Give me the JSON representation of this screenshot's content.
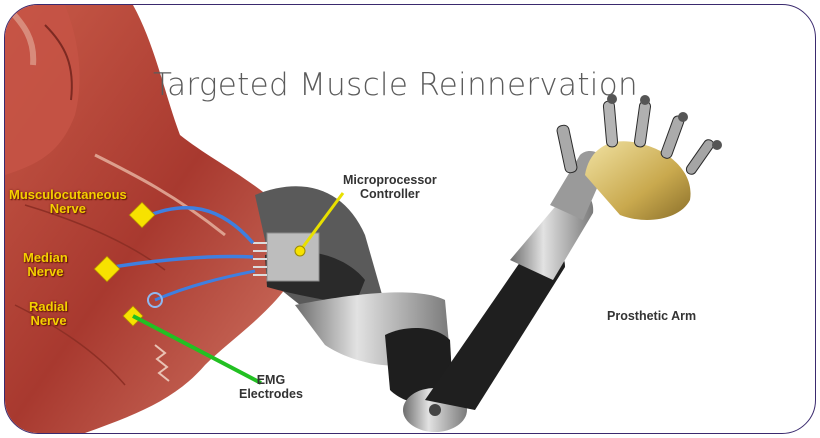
{
  "title": "Targeted Muscle Reinnervation",
  "labels": {
    "musculocutaneous": "Musculocutaneous\nNerve",
    "median": "Median\nNerve",
    "radial": "Radial\nNerve",
    "microprocessor": "Microprocessor\nController",
    "emg": "EMG\nElectrodes",
    "prosthetic": "Prosthetic Arm"
  },
  "colors": {
    "nerve_line": "#3f7fe0",
    "nerve_marker": "#f7e200",
    "emg_line": "#22c022",
    "controller_line": "#e8e000",
    "frame": "#3a2a6e",
    "muscle": "#b0453a"
  }
}
